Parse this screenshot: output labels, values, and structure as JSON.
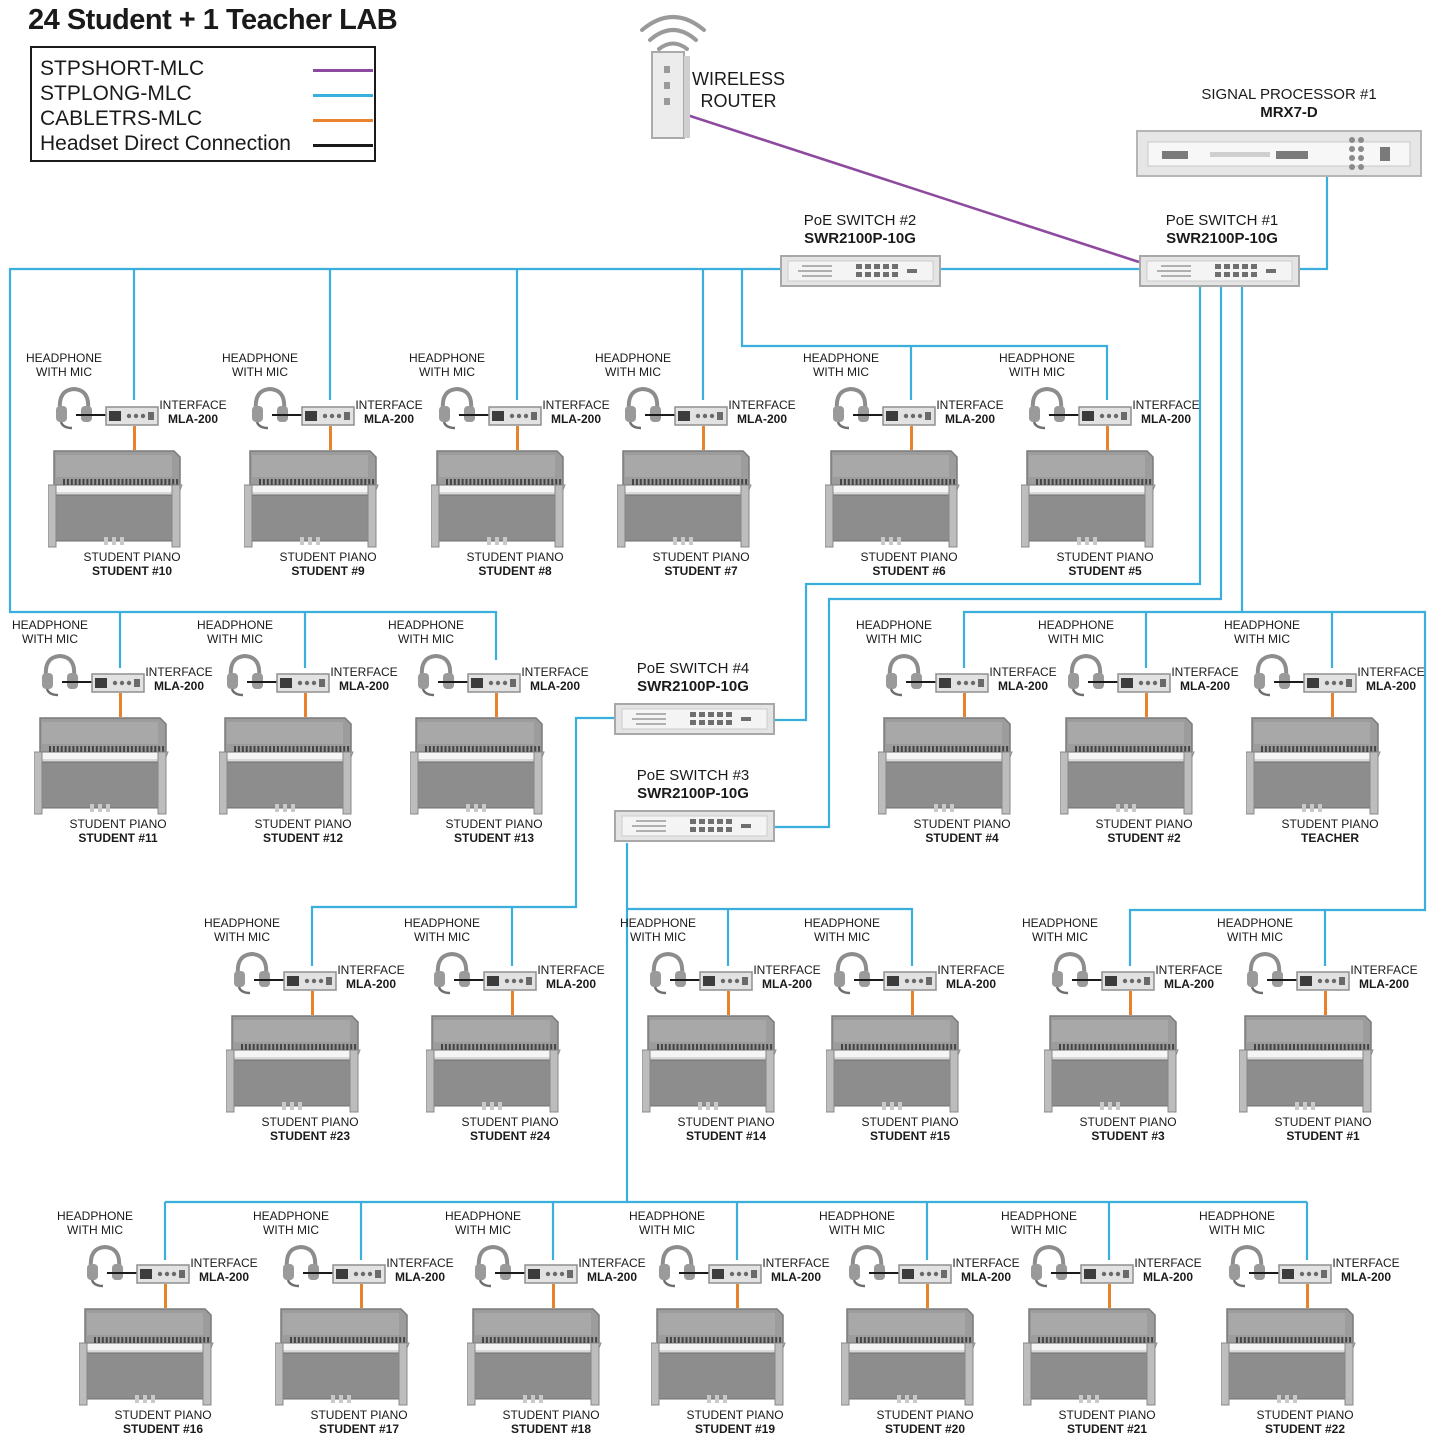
{
  "title": "24 Student + 1 Teacher LAB",
  "legend": [
    {
      "label": "STPSHORT-MLC",
      "color": "#8e4a9e"
    },
    {
      "label": "STPLONG-MLC",
      "color": "#3aaedc"
    },
    {
      "label": "CABLETRS-MLC",
      "color": "#e8822c"
    },
    {
      "label": "Headset Direct Connection",
      "color": "#1a1a1a"
    }
  ],
  "router": {
    "line1": "WIRELESS",
    "line2": "ROUTER"
  },
  "processor": {
    "line1": "SIGNAL PROCESSOR #1",
    "line2": "MRX7-D"
  },
  "switches": [
    {
      "line1": "PoE SWITCH #1",
      "line2": "SWR2100P-10G"
    },
    {
      "line1": "PoE SWITCH #2",
      "line2": "SWR2100P-10G"
    },
    {
      "line1": "PoE SWITCH #3",
      "line2": "SWR2100P-10G"
    },
    {
      "line1": "PoE SWITCH #4",
      "line2": "SWR2100P-10G"
    }
  ],
  "station_text": {
    "headphone_line1": "HEADPHONE",
    "headphone_line2": "WITH MIC",
    "interface_line1": "INTERFACE",
    "interface_line2": "MLA-200",
    "piano_line1": "STUDENT PIANO"
  },
  "stations": [
    {
      "name": "STUDENT #10"
    },
    {
      "name": "STUDENT #9"
    },
    {
      "name": "STUDENT #8"
    },
    {
      "name": "STUDENT #7"
    },
    {
      "name": "STUDENT #6"
    },
    {
      "name": "STUDENT #5"
    },
    {
      "name": "STUDENT #11"
    },
    {
      "name": "STUDENT #12"
    },
    {
      "name": "STUDENT #13"
    },
    {
      "name": "STUDENT #4"
    },
    {
      "name": "STUDENT #2"
    },
    {
      "name": "TEACHER"
    },
    {
      "name": "STUDENT #23"
    },
    {
      "name": "STUDENT #24"
    },
    {
      "name": "STUDENT #14"
    },
    {
      "name": "STUDENT #15"
    },
    {
      "name": "STUDENT #3"
    },
    {
      "name": "STUDENT #1"
    },
    {
      "name": "STUDENT #16"
    },
    {
      "name": "STUDENT #17"
    },
    {
      "name": "STUDENT #18"
    },
    {
      "name": "STUDENT #19"
    },
    {
      "name": "STUDENT #20"
    },
    {
      "name": "STUDENT #21"
    },
    {
      "name": "STUDENT #22"
    }
  ]
}
